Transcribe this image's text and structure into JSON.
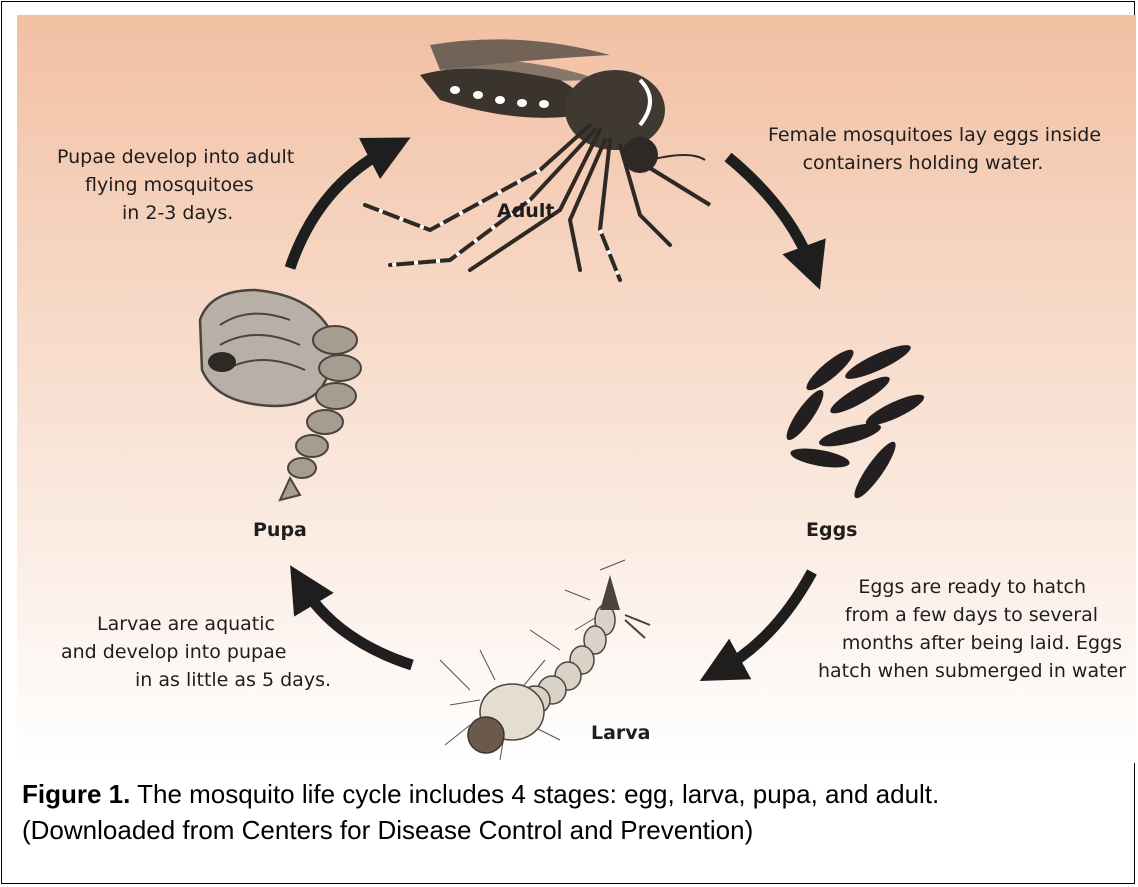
{
  "colors": {
    "gradient_top": "#f2c0a3",
    "gradient_bottom": "#ffffff",
    "arrow": "#1e1e1e",
    "egg": "#231f20"
  },
  "stages": {
    "adult": "Adult",
    "eggs": "Eggs",
    "larva": "Larva",
    "pupa": "Pupa"
  },
  "descriptions": {
    "adult_to_eggs": [
      "Female mosquitoes lay eggs inside",
      "containers holding water."
    ],
    "eggs_to_larva": [
      "Eggs are ready to hatch",
      "from a few days to several",
      "months after being laid. Eggs",
      "hatch when submerged in water"
    ],
    "larva_to_pupa": [
      "Larvae are aquatic",
      "and develop into pupae",
      "in as little as 5 days."
    ],
    "pupa_to_adult": [
      "Pupae develop into adult",
      "flying mosquitoes",
      "in 2-3 days."
    ]
  },
  "caption": {
    "label": "Figure 1.",
    "text": " The mosquito life cycle includes 4 stages: egg, larva, pupa, and adult.",
    "source": "(Downloaded from Centers for Disease Control and Prevention)"
  }
}
